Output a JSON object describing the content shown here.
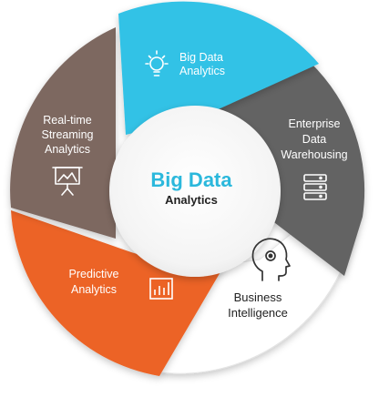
{
  "center": {
    "title": "Big Data",
    "subtitle": "Analytics",
    "title_color": "#2bb8dc"
  },
  "segments": [
    {
      "label_lines": [
        "Big Data",
        "Analytics"
      ],
      "color": "#33c2e6",
      "icon": "lightbulb-icon"
    },
    {
      "label_lines": [
        "Enterprise",
        "Data",
        "Warehousing"
      ],
      "color": "#646464",
      "icon": "database-server-icon"
    },
    {
      "label_lines": [
        "Business",
        "Intelligence"
      ],
      "color": "#ffffff",
      "icon": "brain-gear-icon"
    },
    {
      "label_lines": [
        "Predictive",
        "Analytics"
      ],
      "color": "#ec6325",
      "icon": "bar-chart-icon"
    },
    {
      "label_lines": [
        "Real-time",
        "Streaming",
        "Analytics"
      ],
      "color": "#7d6761",
      "icon": "presentation-board-icon"
    }
  ]
}
